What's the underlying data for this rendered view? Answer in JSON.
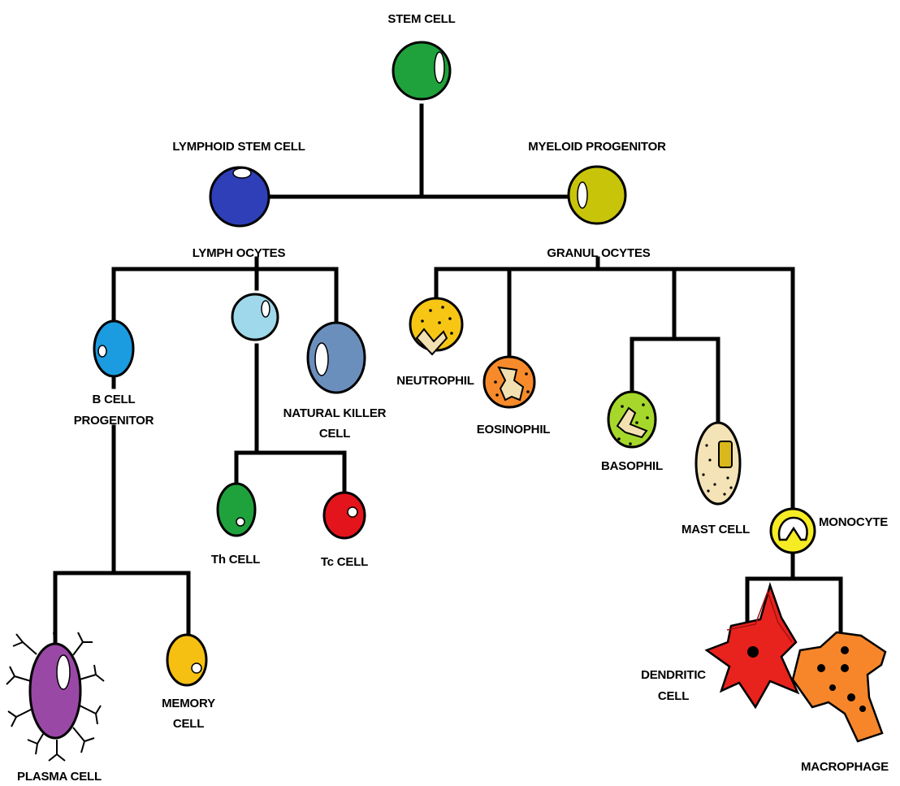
{
  "labels": {
    "stem_cell": "STEM CELL",
    "lymphoid_stem_cell": "LYMPHOID STEM CELL",
    "myeloid_progenitor": "MYELOID PROGENITOR",
    "lymphocytes": "LYMPH OCYTES",
    "granulocytes": "GRANUL OCYTES",
    "b_cell_progenitor_1": "B CELL",
    "b_cell_progenitor_2": "PROGENITOR",
    "natural_killer_1": "NATURAL KILLER",
    "natural_killer_2": "CELL",
    "th_cell": "Th CELL",
    "tc_cell": "Tc CELL",
    "plasma_cell": "PLASMA CELL",
    "memory_cell_1": "MEMORY",
    "memory_cell_2": "CELL",
    "neutrophil": "NEUTROPHIL",
    "eosinophil": "EOSINOPHIL",
    "basophil": "BASOPHIL",
    "mast_cell": "MAST CELL",
    "monocyte": "MONOCYTE",
    "dendritic_cell_1": "DENDRITIC",
    "dendritic_cell_2": "CELL",
    "macrophage": "MACROPHAGE"
  },
  "colors": {
    "stem_cell": "#1fa23c",
    "lymphoid_stem_cell": "#2f3fb8",
    "myeloid_progenitor": "#c8c40a",
    "b_cell_progenitor": "#1b9be0",
    "t_progenitor": "#9fd8ea",
    "natural_killer": "#6b8fbd",
    "th_cell": "#1fa23c",
    "tc_cell": "#e3141b",
    "plasma_cell": "#9a48a6",
    "memory_cell": "#f5c012",
    "neutrophil": "#f7c615",
    "eosinophil": "#f78a2a",
    "basophil": "#a6d82b",
    "mast_cell": "#f3e3b6",
    "monocyte": "#f5ec24",
    "dendritic_cell": "#e8221d",
    "macrophage": "#f7862a"
  }
}
